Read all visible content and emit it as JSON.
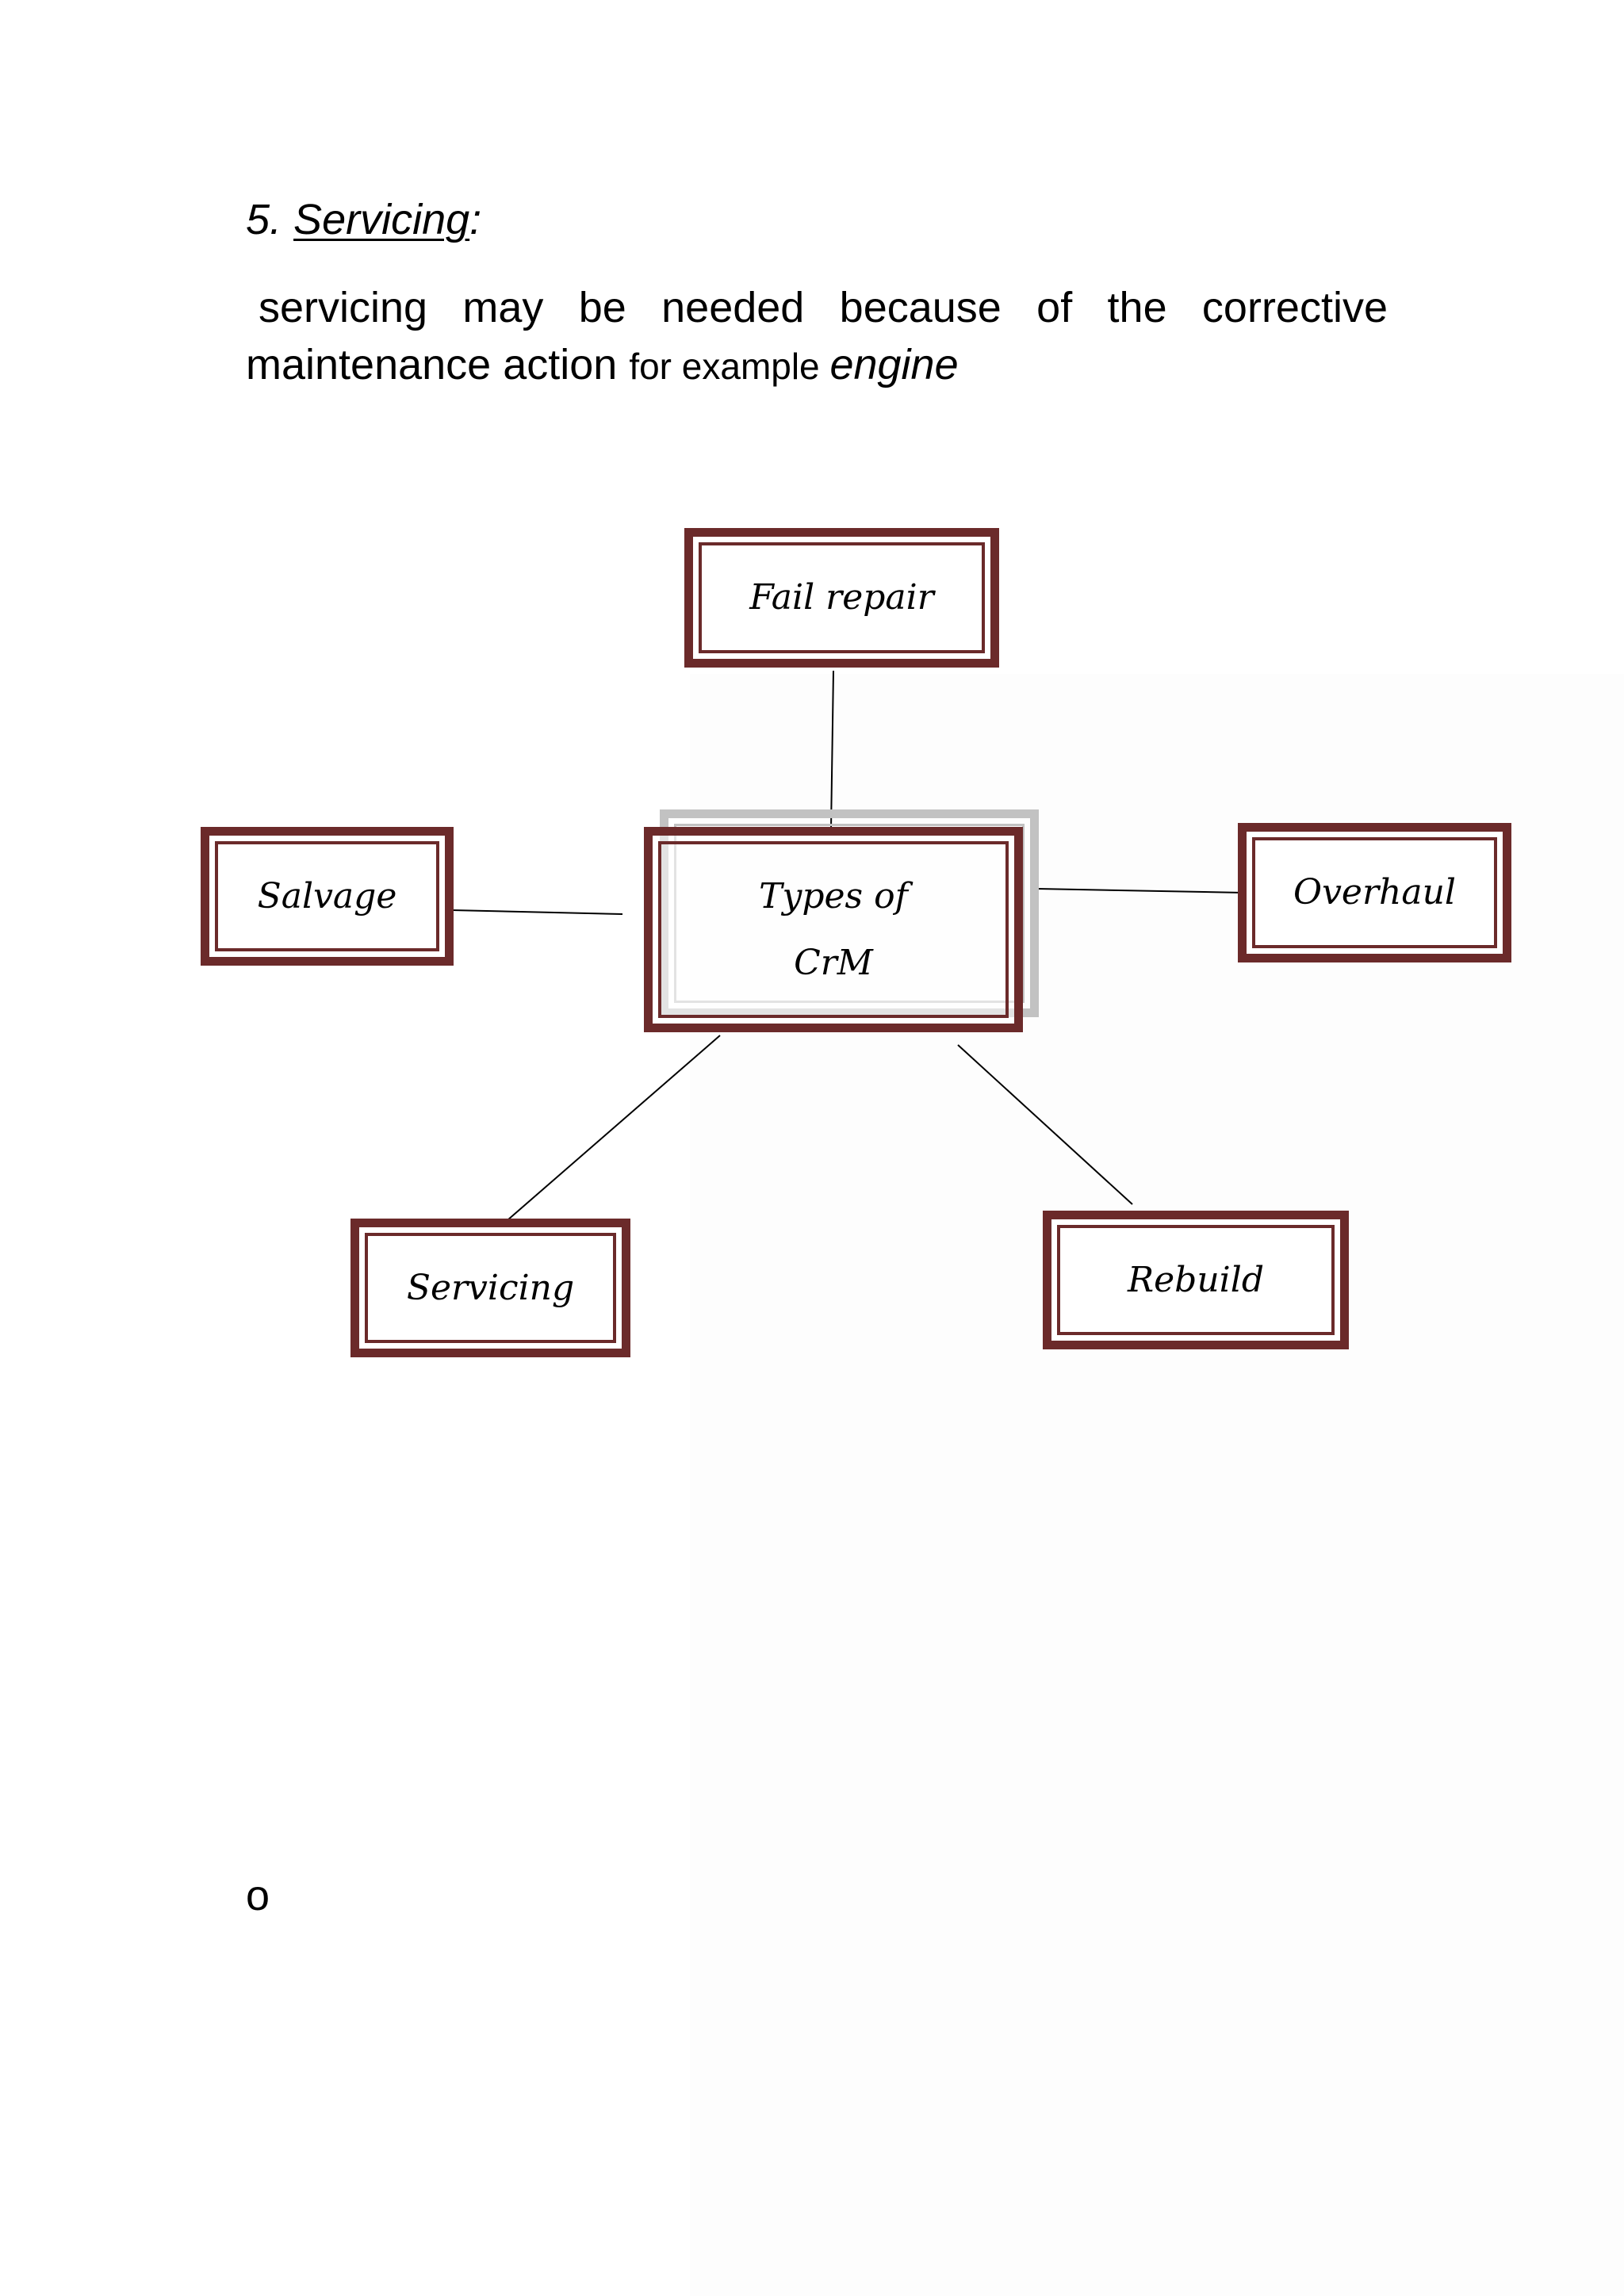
{
  "heading": {
    "number": "5. ",
    "title": "Servicing",
    "suffix": ":"
  },
  "paragraph": {
    "line1": "servicing may be needed because of the corrective",
    "line2_main": "maintenance action ",
    "line2_small": "for example ",
    "line2_italic": "engine"
  },
  "diagram": {
    "center_line1": "Types of",
    "center_line2": "CrM",
    "nodes": {
      "fail_repair": "Fail repair",
      "salvage": "Salvage",
      "overhaul": "Overhaul",
      "servicing": "Servicing",
      "rebuild": "Rebuild"
    },
    "colors": {
      "box_border": "#6b2a2a",
      "shadow": "#c2c2c2",
      "connector": "#000000"
    }
  },
  "footer_text": "o"
}
